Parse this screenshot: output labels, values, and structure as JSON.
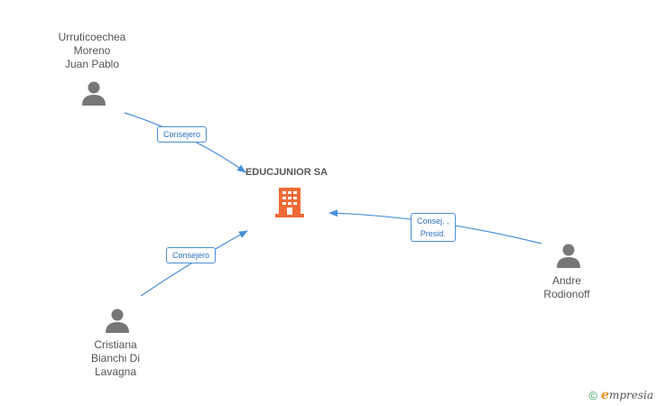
{
  "company": {
    "name": "EDUCJUNIOR SA",
    "color": "#f06a35"
  },
  "people": [
    {
      "id": "urruticoechea",
      "lines": [
        "Urruticoechea",
        "Moreno",
        "Juan Pablo"
      ]
    },
    {
      "id": "cristiana",
      "lines": [
        "Cristiana",
        "Bianchi Di",
        "Lavagna"
      ]
    },
    {
      "id": "andre",
      "lines": [
        "Andre",
        "Rodionoff"
      ]
    }
  ],
  "edges": [
    {
      "from": "urruticoechea",
      "lines": [
        "Consejero"
      ]
    },
    {
      "from": "cristiana",
      "lines": [
        "Consejero"
      ]
    },
    {
      "from": "andre",
      "lines": [
        "Consej. ,",
        "Presid."
      ]
    }
  ],
  "colors": {
    "edge": "#4a8fd8",
    "person_icon": "#777777"
  },
  "footer": {
    "symbol": "©",
    "brand_first": "e",
    "brand_rest": "mpresia"
  }
}
